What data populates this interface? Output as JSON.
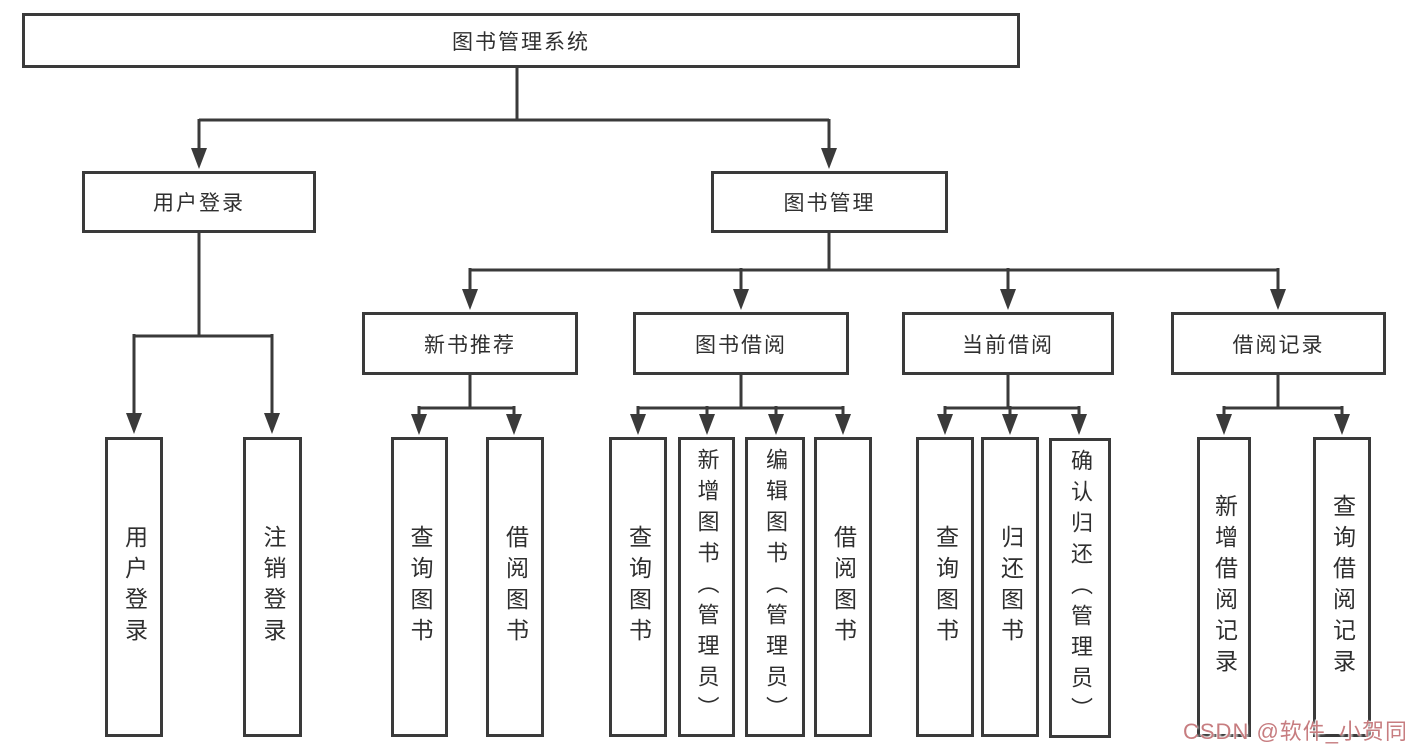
{
  "tree": {
    "root": {
      "label": "图书管理系统"
    },
    "branches": [
      {
        "label": "用户登录",
        "leaves": [
          {
            "label": "用户登录"
          },
          {
            "label": "注销登录"
          }
        ]
      },
      {
        "label": "图书管理",
        "groups": [
          {
            "label": "新书推荐",
            "leaves": [
              {
                "label": "查询图书"
              },
              {
                "label": "借阅图书"
              }
            ]
          },
          {
            "label": "图书借阅",
            "leaves": [
              {
                "label": "查询图书"
              },
              {
                "label": "新增图书（管理员）"
              },
              {
                "label": "编辑图书（管理员）"
              },
              {
                "label": "借阅图书"
              }
            ]
          },
          {
            "label": "当前借阅",
            "leaves": [
              {
                "label": "查询图书"
              },
              {
                "label": "归还图书"
              },
              {
                "label": "确认归还（管理员）"
              }
            ]
          },
          {
            "label": "借阅记录",
            "leaves": [
              {
                "label": "新增借阅记录"
              },
              {
                "label": "查询借阅记录"
              }
            ]
          }
        ]
      }
    ]
  },
  "watermark": {
    "text": "CSDN @软件_小贺同学",
    "color": "#c77d80"
  },
  "colors": {
    "line": "#3a3a3a",
    "box_border": "#3a3a3a",
    "text": "#2f2f2f",
    "background": "#ffffff"
  }
}
